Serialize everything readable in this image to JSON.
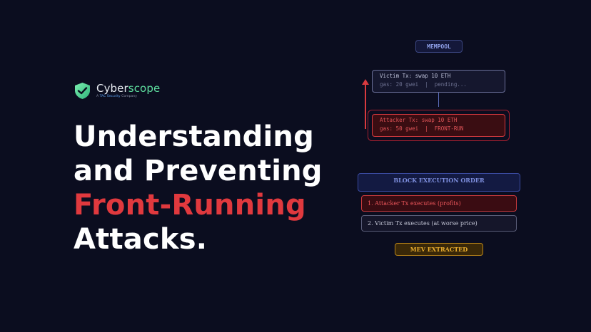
{
  "logo": {
    "brand_prefix": "Cyber",
    "brand_suffix": "scope",
    "tagline_prefix": "A ",
    "tagline_highlight": "TAC Security",
    "tagline_suffix": " Company"
  },
  "headline": {
    "line1": "Understanding",
    "line2": "and Preventing",
    "line3": "Front-Running",
    "line4": "Attacks."
  },
  "diagram": {
    "mempool_label": "MEMPOOL",
    "victim_tx": {
      "line1": "Victim Tx: swap 10 ETH",
      "line2": "gas: 20 gwei  |  pending..."
    },
    "attacker_tx": {
      "line1": "Attacker Tx: swap 10 ETH",
      "line2": "gas: 50 gwei  |  FRONT-RUN"
    },
    "block_order_label": "BLOCK EXECUTION ORDER",
    "steps": [
      "1. Attacker Tx executes (profits)",
      "2. Victim Tx executes (at worse price)"
    ],
    "mev_label": "MEV EXTRACTED"
  },
  "colors": {
    "background": "#0b0d1f",
    "accent_red": "#e0393e",
    "accent_green": "#5fe0a0",
    "accent_gold": "#f0b230",
    "accent_blue": "#7f90e0"
  },
  "icons": {
    "logo": "shield-check-icon",
    "arrow": "arrow-up-icon"
  }
}
